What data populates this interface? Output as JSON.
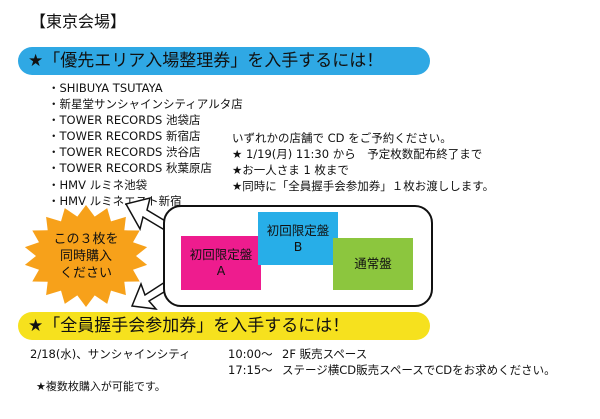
{
  "venue_title": "【東京会場】",
  "priority_section": {
    "heading": "★「優先エリア入場整理券」を入手するには！",
    "stores": [
      "SHIBUYA TSUTAYA",
      "新星堂サンシャインシティアルタ店",
      "TOWER RECORDS 池袋店",
      "TOWER RECORDS 新宿店",
      "TOWER RECORDS 渋谷店",
      "TOWER RECORDS 秋葉原店",
      "HMV ルミネ池袋",
      "HMV ルミネエスト新宿"
    ],
    "info_lines": [
      "いずれかの店舗で CD をご予約ください。",
      "★ 1/19(月) 11:30 から　予定枚数配布終了まで",
      "★お一人さま 1 枚まで",
      "★同時に「全員握手会参加券」１枚お渡しします。"
    ]
  },
  "starburst": {
    "lines": [
      "この３枚を",
      "同時購入",
      "ください"
    ],
    "color": "#f7a11a"
  },
  "cds": [
    {
      "line1": "初回限定盤",
      "line2": "A",
      "color": "#ee1c8e"
    },
    {
      "line1": "初回限定盤",
      "line2": "B",
      "color": "#27aee8"
    },
    {
      "line1": "通常盤",
      "line2": "",
      "color": "#8cc63e"
    }
  ],
  "all_members_section": {
    "heading": "★「全員握手会参加券」を入手するには！",
    "date_place": "2/18(水)、サンシャインシティ",
    "schedule": [
      {
        "time": "10:00〜",
        "desc": "2F 販売スペース"
      },
      {
        "time": "17:15〜",
        "desc": "ステージ横CD販売スペースでCDをお求めください。"
      }
    ],
    "note": "★複数枚購入が可能です。"
  },
  "colors": {
    "banner_blue": "#2fa8e4",
    "banner_yellow": "#f6e11e"
  }
}
